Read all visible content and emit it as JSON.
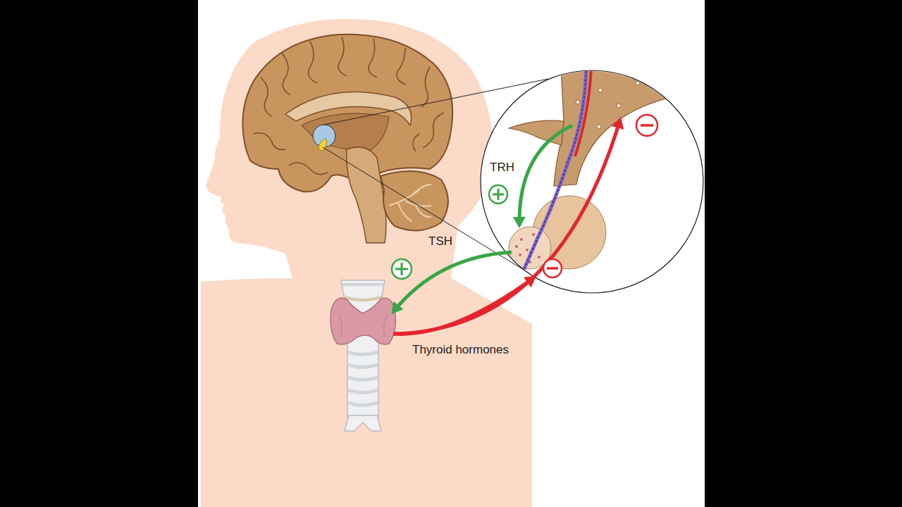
{
  "diagram": {
    "labels": [
      "TRH",
      "TSH",
      "Thyroid hormones"
    ]
  }
}
